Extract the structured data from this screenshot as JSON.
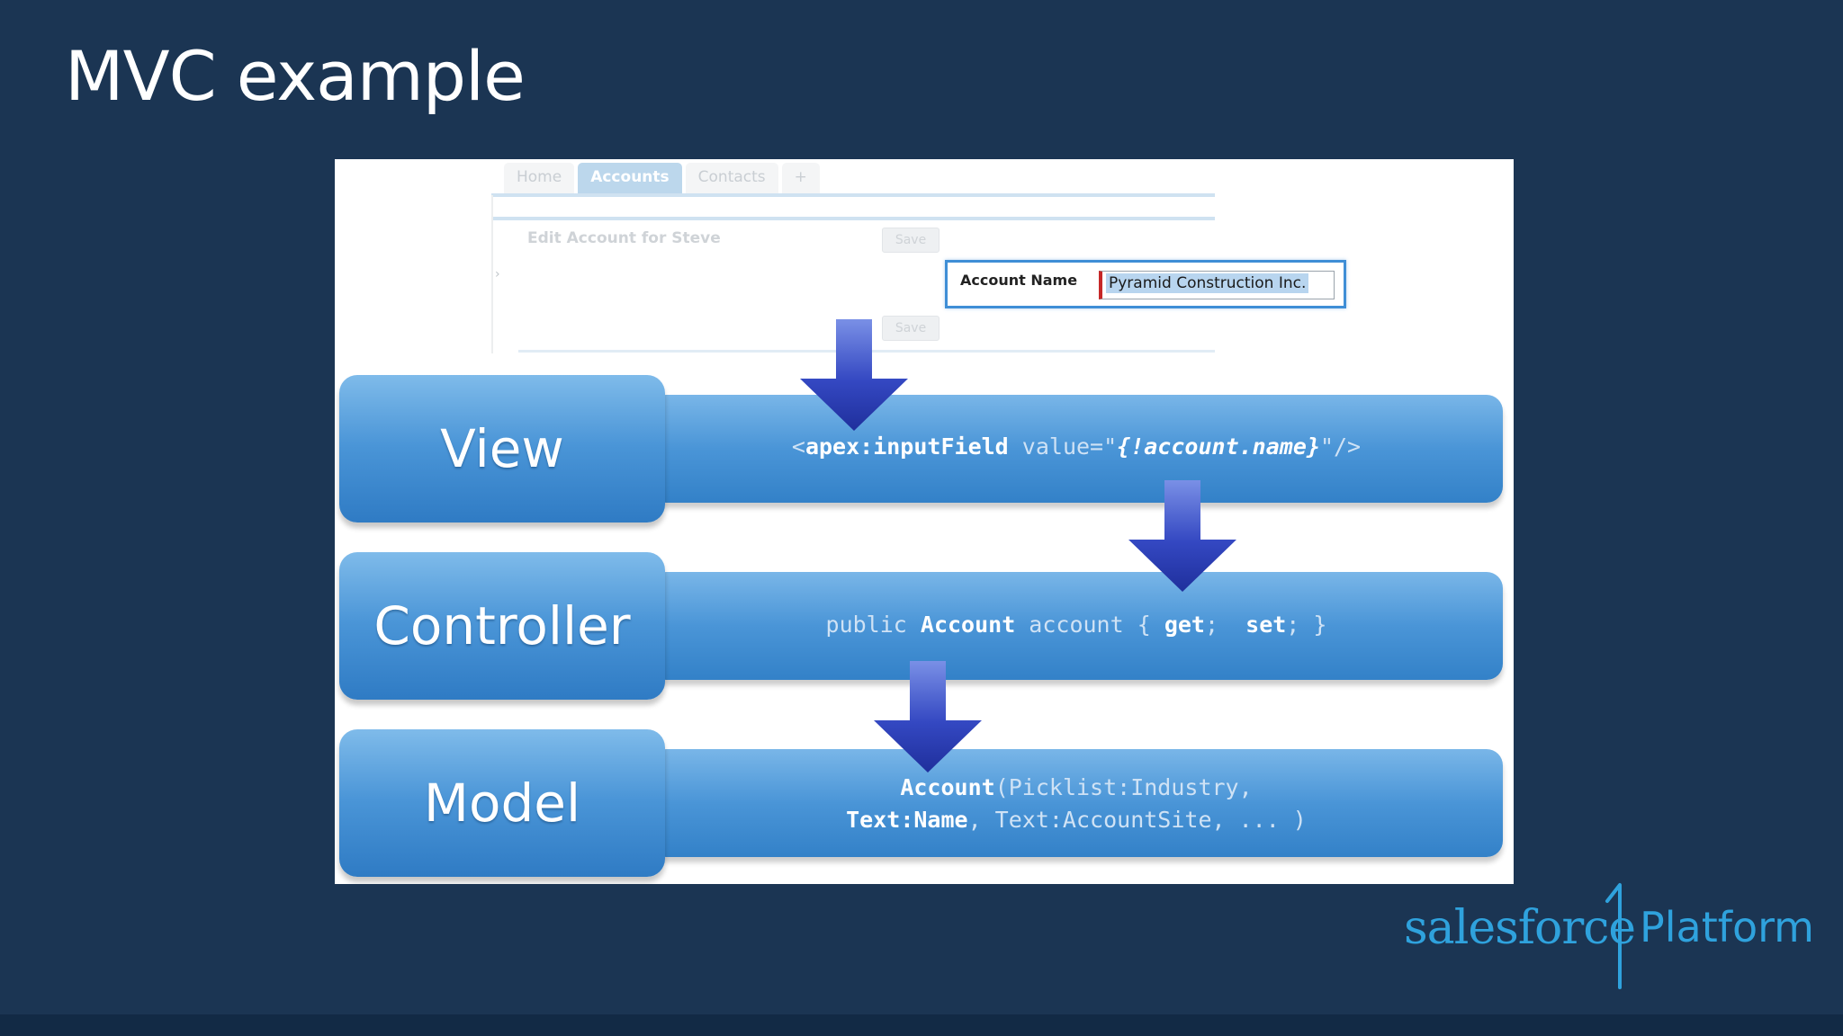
{
  "slide": {
    "title": "MVC example"
  },
  "mock_screen": {
    "tabs": [
      "Home",
      "Accounts",
      "Contacts",
      "+"
    ],
    "heading": "Edit Account for Steve",
    "save_top": "Save",
    "save_bottom": "Save",
    "field_label": "Account Name",
    "field_value": "Pyramid Construction Inc."
  },
  "layers": [
    {
      "name": "View",
      "code_lines": [
        [
          {
            "t": "<",
            "s": "n"
          },
          {
            "t": "apex:inputField",
            "s": "kw"
          },
          {
            "t": " value=\"",
            "s": "n"
          },
          {
            "t": "{!account.name}",
            "s": "em"
          },
          {
            "t": "\"/>",
            "s": "n"
          }
        ]
      ]
    },
    {
      "name": "Controller",
      "code_lines": [
        [
          {
            "t": "public ",
            "s": "n"
          },
          {
            "t": "Account",
            "s": "kw"
          },
          {
            "t": " account { ",
            "s": "n"
          },
          {
            "t": "get",
            "s": "kw"
          },
          {
            "t": ";  ",
            "s": "n"
          },
          {
            "t": "set",
            "s": "kw"
          },
          {
            "t": "; }",
            "s": "n"
          }
        ]
      ]
    },
    {
      "name": "Model",
      "code_lines": [
        [
          {
            "t": "Account",
            "s": "kw"
          },
          {
            "t": "(Picklist:Industry,",
            "s": "n"
          }
        ],
        [
          {
            "t": "Text:Name",
            "s": "kw"
          },
          {
            "t": ", Text:AccountSite, ... )",
            "s": "n"
          }
        ]
      ]
    }
  ],
  "logo": {
    "brand": "salesforce",
    "product": "Platform"
  },
  "colors": {
    "background": "#1b3553",
    "layer_blue": "#4a95d7",
    "arrow_blue": "#2c3fb5",
    "logo_blue": "#2fa2dd"
  }
}
